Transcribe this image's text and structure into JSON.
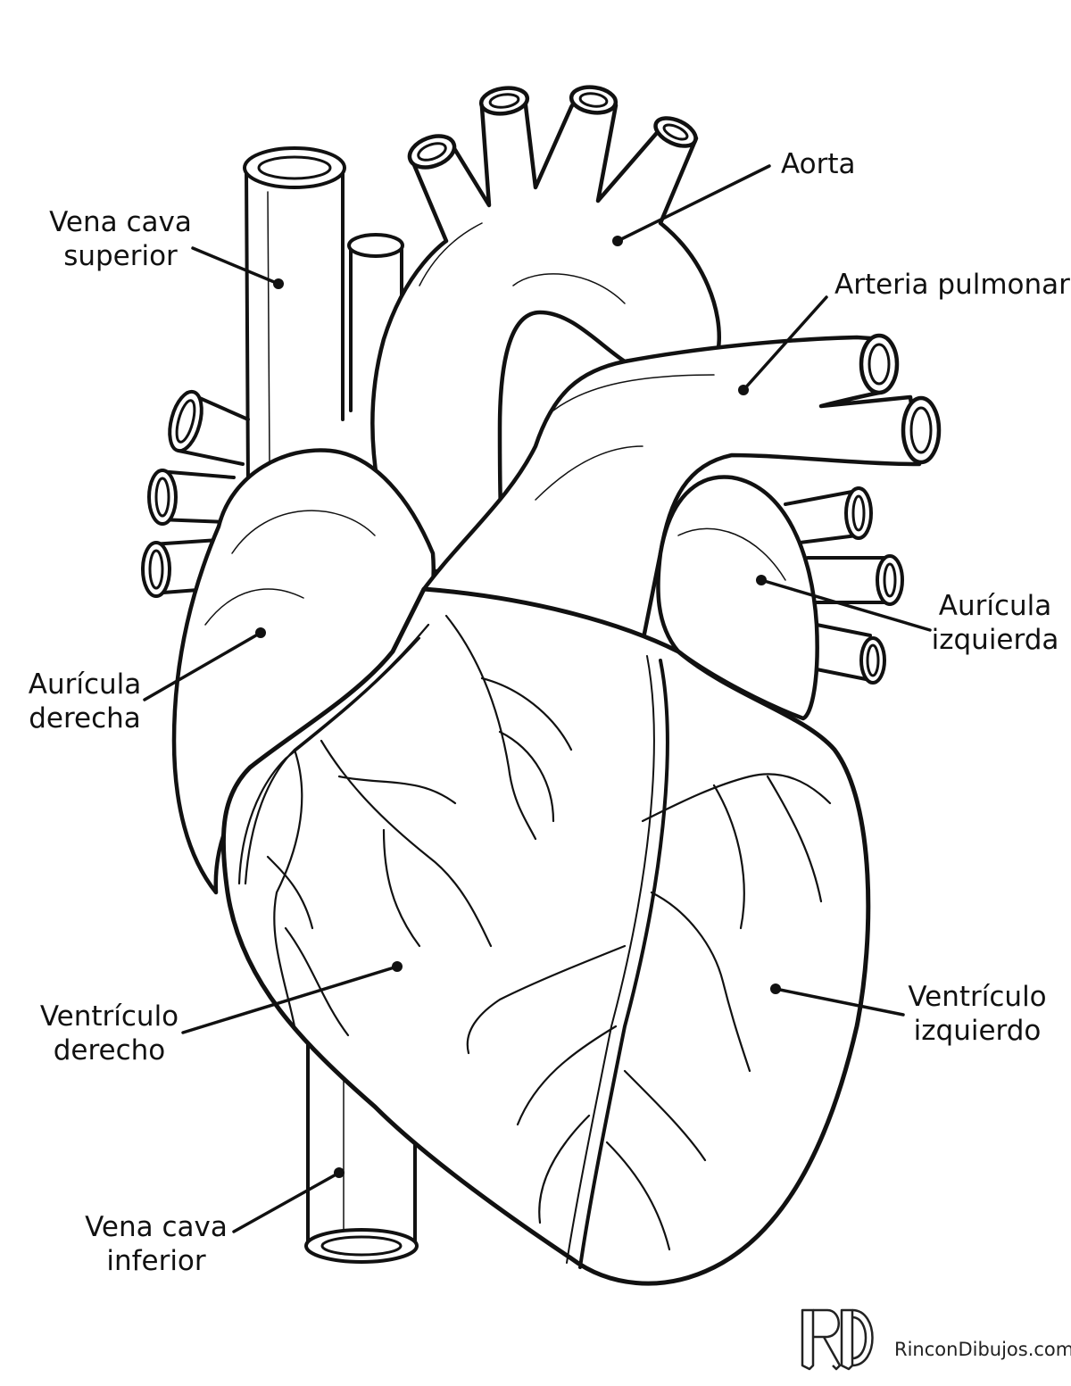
{
  "labels": {
    "aorta": {
      "lines": [
        "Aorta"
      ]
    },
    "vena_cava_superior": {
      "lines": [
        "Vena cava",
        "superior"
      ]
    },
    "arteria_pulmonar": {
      "lines": [
        "Arteria pulmonar"
      ]
    },
    "auricula_izquierda": {
      "lines": [
        "Aurícula",
        "izquierda"
      ]
    },
    "auricula_derecha": {
      "lines": [
        "Aurícula",
        "derecha"
      ]
    },
    "ventriculo_derecho": {
      "lines": [
        "Ventrículo",
        "derecho"
      ]
    },
    "ventriculo_izquierdo": {
      "lines": [
        "Ventrículo",
        "izquierdo"
      ]
    },
    "vena_cava_inferior": {
      "lines": [
        "Vena cava",
        "inferior"
      ]
    }
  },
  "watermark": {
    "text": "RinconDibujos.com",
    "logo": "RD"
  },
  "colors": {
    "ink": "#111111",
    "paper": "#ffffff"
  }
}
